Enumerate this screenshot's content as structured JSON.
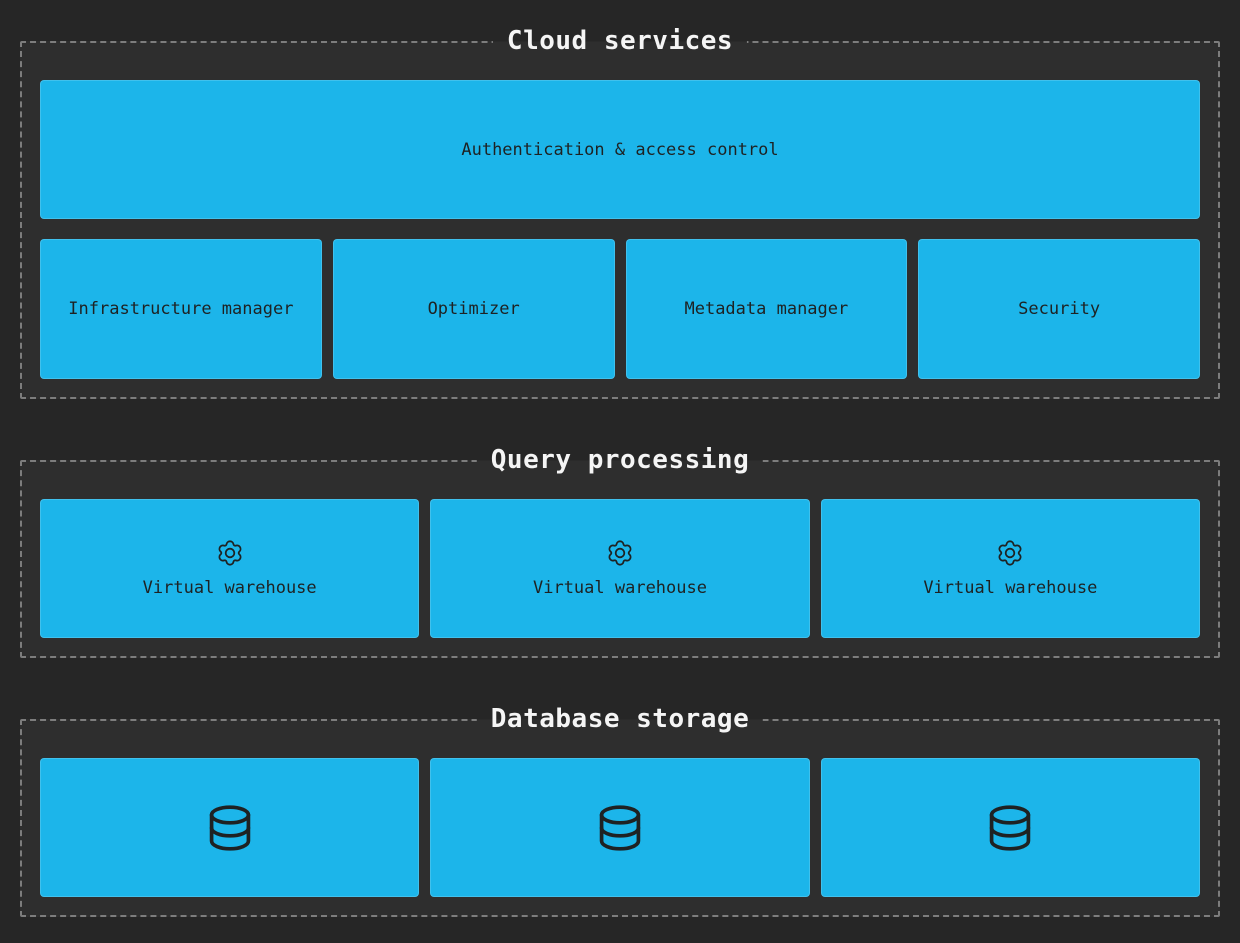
{
  "diagram": {
    "colors": {
      "canvas_bg": "#262626",
      "group_bg": "#2e2e2e",
      "group_border": "#7d7d7d",
      "node_fill": "#1cb5ea",
      "node_text": "#1e2223",
      "title_text": "#f5f5f5"
    },
    "groups": [
      {
        "title": "Cloud services",
        "wide_box": {
          "label": "Authentication & access control"
        },
        "boxes": [
          {
            "label": "Infrastructure manager"
          },
          {
            "label": "Optimizer"
          },
          {
            "label": "Metadata manager"
          },
          {
            "label": "Security"
          }
        ]
      },
      {
        "title": "Query processing",
        "boxes": [
          {
            "icon": "gear-icon",
            "label": "Virtual warehouse"
          },
          {
            "icon": "gear-icon",
            "label": "Virtual warehouse"
          },
          {
            "icon": "gear-icon",
            "label": "Virtual warehouse"
          }
        ]
      },
      {
        "title": "Database storage",
        "boxes": [
          {
            "icon": "database-icon"
          },
          {
            "icon": "database-icon"
          },
          {
            "icon": "database-icon"
          }
        ]
      }
    ]
  }
}
